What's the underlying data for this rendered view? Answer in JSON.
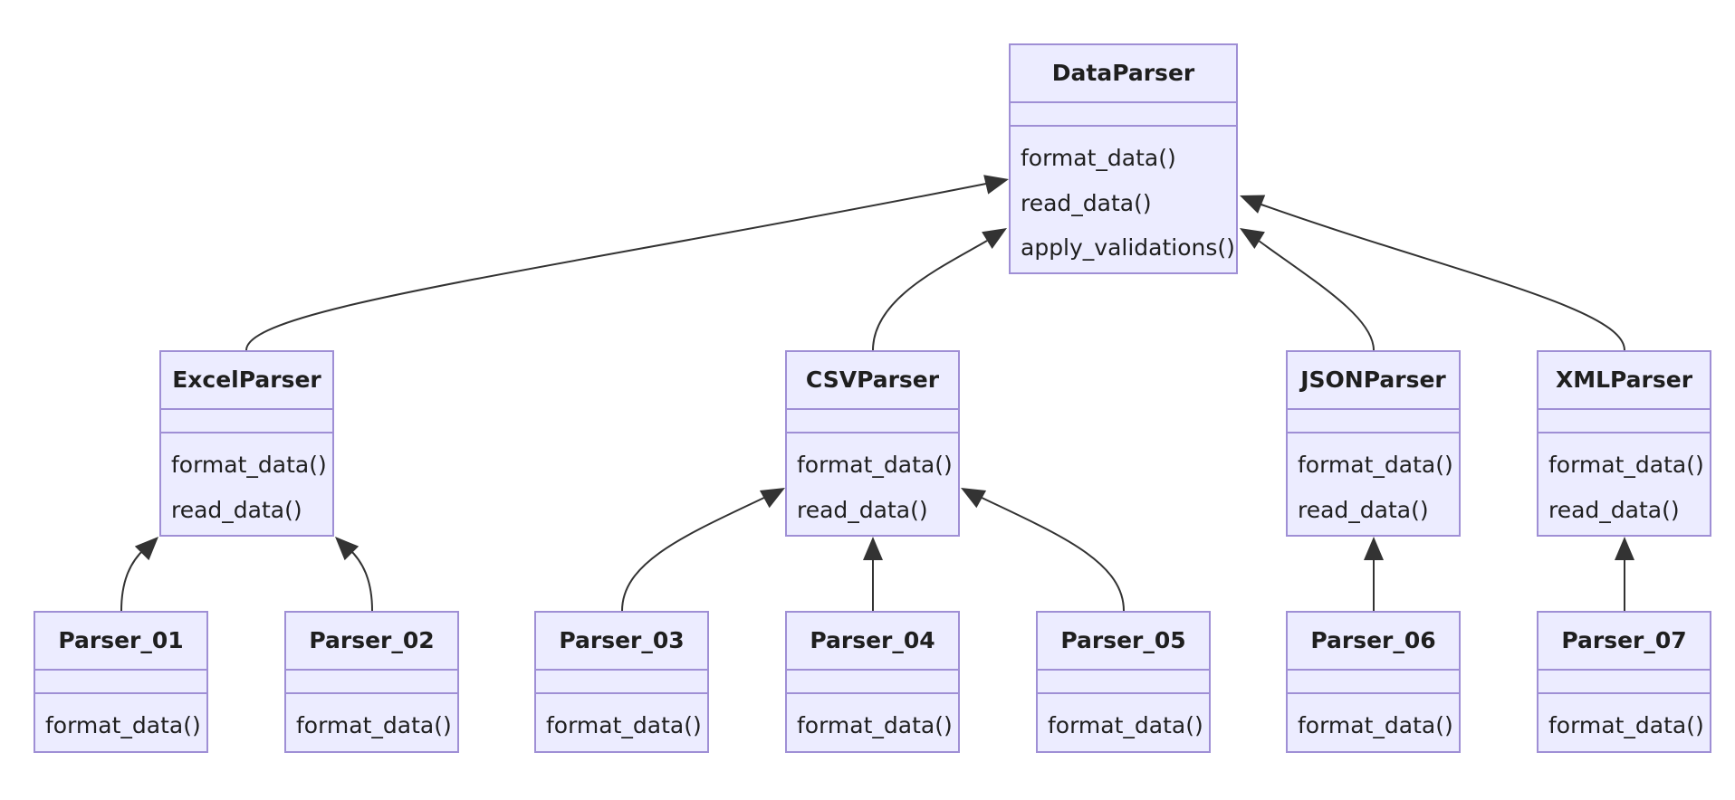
{
  "diagram": {
    "colors": {
      "box_fill": "#ececff",
      "box_border": "#9f8fd5",
      "text": "#1f1f1f",
      "edge": "#333333"
    },
    "classes": [
      {
        "id": "DataParser",
        "name": "DataParser",
        "methods": [
          "format_data()",
          "read_data()",
          "apply_validations()"
        ]
      },
      {
        "id": "ExcelParser",
        "name": "ExcelParser",
        "methods": [
          "format_data()",
          "read_data()"
        ]
      },
      {
        "id": "CSVParser",
        "name": "CSVParser",
        "methods": [
          "format_data()",
          "read_data()"
        ]
      },
      {
        "id": "JSONParser",
        "name": "JSONParser",
        "methods": [
          "format_data()",
          "read_data()"
        ]
      },
      {
        "id": "XMLParser",
        "name": "XMLParser",
        "methods": [
          "format_data()",
          "read_data()"
        ]
      },
      {
        "id": "Parser_01",
        "name": "Parser_01",
        "methods": [
          "format_data()"
        ]
      },
      {
        "id": "Parser_02",
        "name": "Parser_02",
        "methods": [
          "format_data()"
        ]
      },
      {
        "id": "Parser_03",
        "name": "Parser_03",
        "methods": [
          "format_data()"
        ]
      },
      {
        "id": "Parser_04",
        "name": "Parser_04",
        "methods": [
          "format_data()"
        ]
      },
      {
        "id": "Parser_05",
        "name": "Parser_05",
        "methods": [
          "format_data()"
        ]
      },
      {
        "id": "Parser_06",
        "name": "Parser_06",
        "methods": [
          "format_data()"
        ]
      },
      {
        "id": "Parser_07",
        "name": "Parser_07",
        "methods": [
          "format_data()"
        ]
      }
    ],
    "inheritance": [
      {
        "child": "ExcelParser",
        "parent": "DataParser"
      },
      {
        "child": "CSVParser",
        "parent": "DataParser"
      },
      {
        "child": "JSONParser",
        "parent": "DataParser"
      },
      {
        "child": "XMLParser",
        "parent": "DataParser"
      },
      {
        "child": "Parser_01",
        "parent": "ExcelParser"
      },
      {
        "child": "Parser_02",
        "parent": "ExcelParser"
      },
      {
        "child": "Parser_03",
        "parent": "CSVParser"
      },
      {
        "child": "Parser_04",
        "parent": "CSVParser"
      },
      {
        "child": "Parser_05",
        "parent": "CSVParser"
      },
      {
        "child": "Parser_06",
        "parent": "JSONParser"
      },
      {
        "child": "Parser_07",
        "parent": "XMLParser"
      }
    ]
  }
}
